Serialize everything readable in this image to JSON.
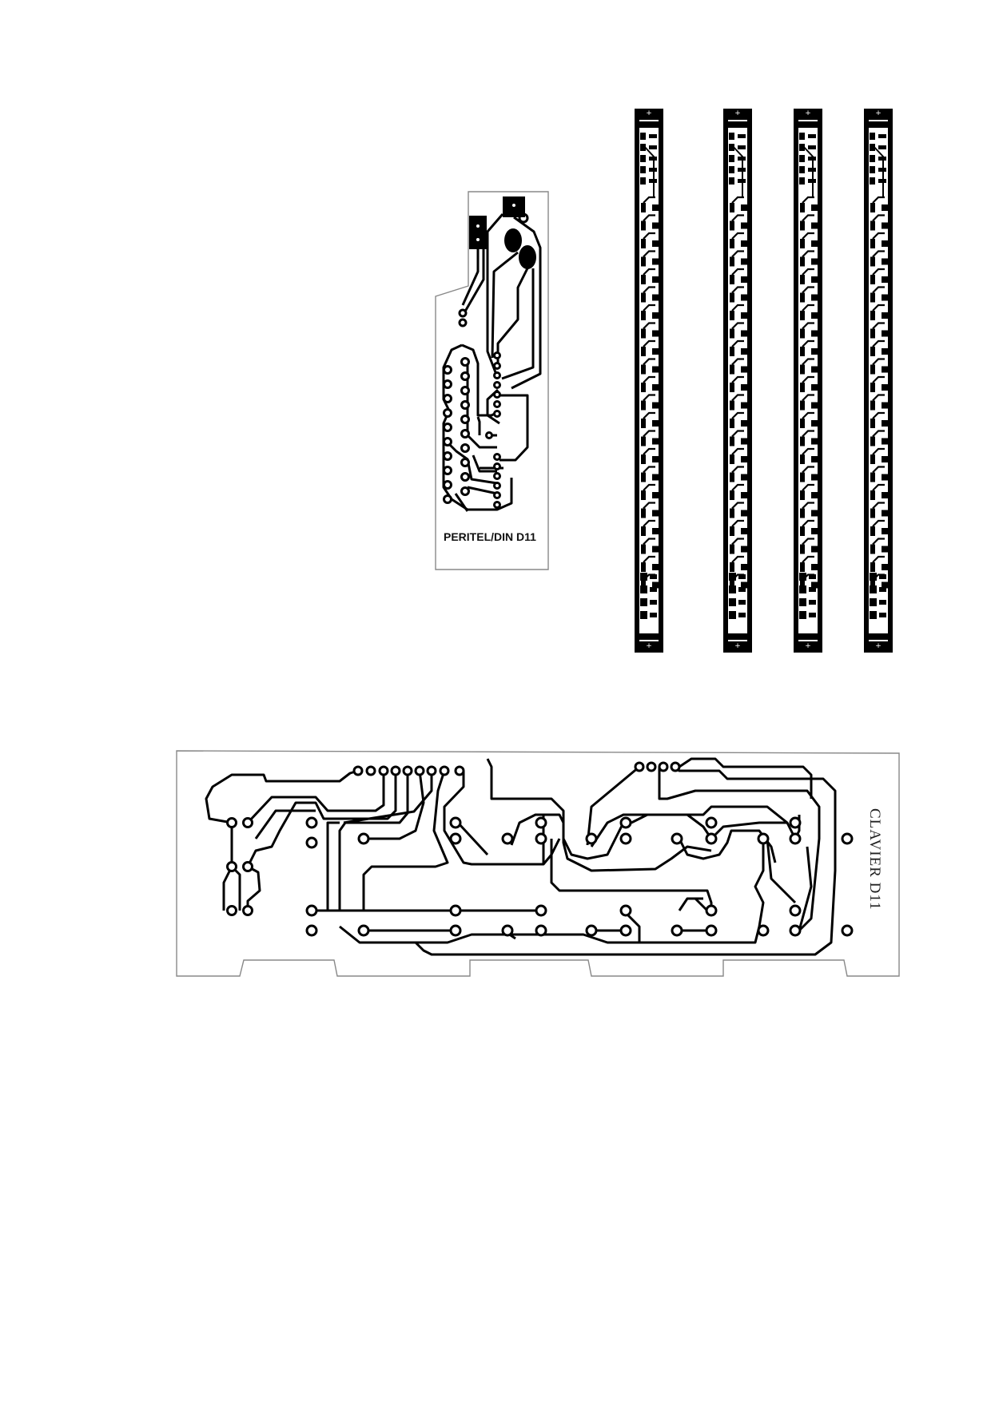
{
  "document": {
    "boards": {
      "peritel": {
        "label": "PERITEL/DIN D11"
      },
      "clavier": {
        "label": "CLAVIER D11"
      },
      "strips": {
        "count": 4,
        "terminal_symbol": "+"
      }
    },
    "colors": {
      "copper": "#000000",
      "outline": "#888888",
      "paper": "#ffffff"
    }
  }
}
